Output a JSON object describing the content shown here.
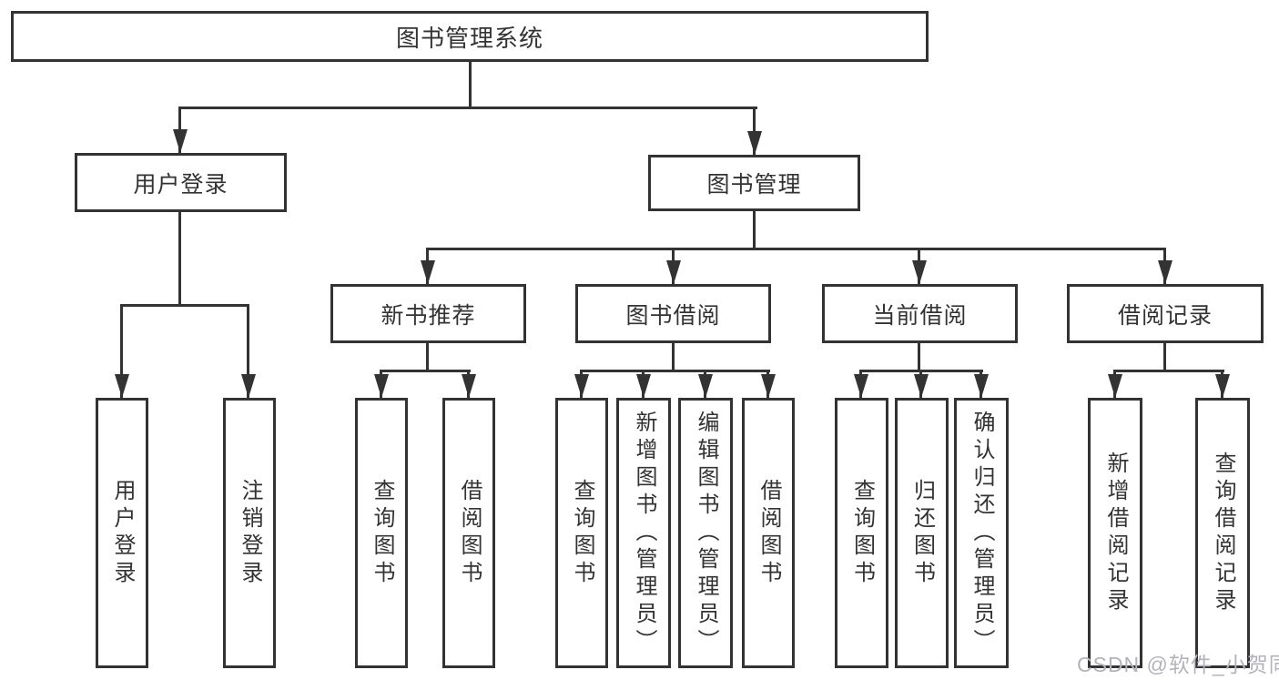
{
  "diagram": {
    "root": {
      "label": "图书管理系统"
    },
    "branches": [
      {
        "label": "用户登录",
        "children": [
          {
            "label": "用户登录"
          },
          {
            "label": "注销登录"
          }
        ]
      },
      {
        "label": "图书管理",
        "children": [
          {
            "label": "新书推荐",
            "children": [
              {
                "label": "查询图书"
              },
              {
                "label": "借阅图书"
              }
            ]
          },
          {
            "label": "图书借阅",
            "children": [
              {
                "label": "查询图书"
              },
              {
                "label": "新增图书（管理员）"
              },
              {
                "label": "编辑图书（管理员）"
              },
              {
                "label": "借阅图书"
              }
            ]
          },
          {
            "label": "当前借阅",
            "children": [
              {
                "label": "查询图书"
              },
              {
                "label": "归还图书"
              },
              {
                "label": "确认归还（管理员）"
              }
            ]
          },
          {
            "label": "借阅记录",
            "children": [
              {
                "label": "新增借阅记录"
              },
              {
                "label": "查询借阅记录"
              }
            ]
          }
        ]
      }
    ]
  },
  "watermark": {
    "text": "CSDN @软件_小贺同学"
  },
  "colors": {
    "line": "#333333",
    "text": "#333333",
    "watermark": "#b3b3bb",
    "background": "#ffffff"
  }
}
